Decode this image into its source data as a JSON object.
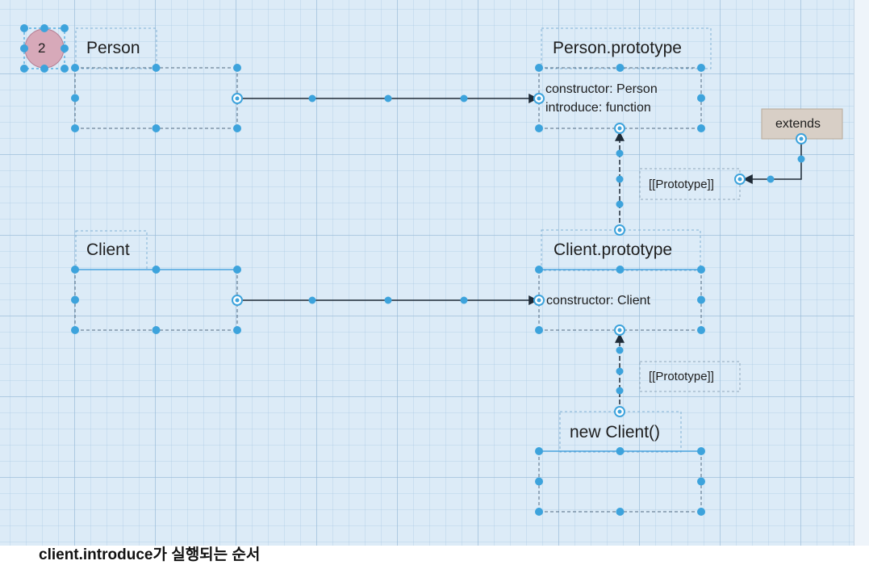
{
  "nodes": {
    "person": {
      "title": "Person"
    },
    "person_prototype": {
      "title": "Person.prototype",
      "fields": [
        "constructor: Person",
        "introduce: function"
      ]
    },
    "client": {
      "title": "Client"
    },
    "client_prototype": {
      "title": "Client.prototype",
      "fields": [
        "constructor: Client"
      ]
    },
    "new_client": {
      "title": "new Client()"
    }
  },
  "labels": {
    "extends": "extends",
    "prototype_link_top": "[[Prototype]]",
    "prototype_link_bottom": "[[Prototype]]"
  },
  "selection_badge": {
    "text": "2"
  },
  "caption": "client.introduce가 실행되는 순서",
  "colors": {
    "handle": "#3da3dc",
    "dashed": "#6f8da6",
    "extends_fill": "#d8cfc6",
    "badge_fill": "#d7a9b9"
  }
}
